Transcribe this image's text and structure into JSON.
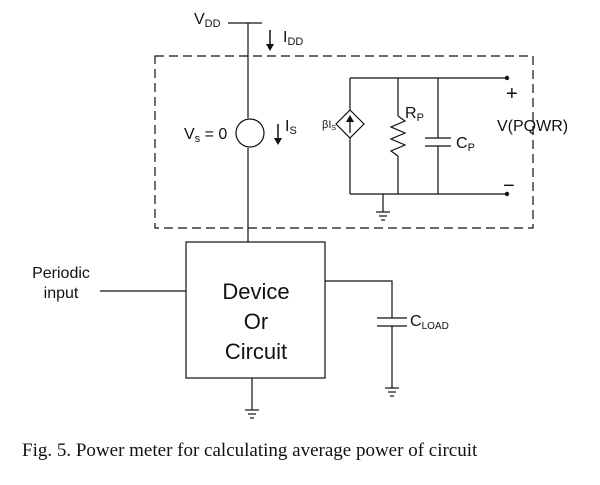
{
  "labels": {
    "vdd": "V",
    "vdd_sub": "DD",
    "idd": "I",
    "idd_sub": "DD",
    "vs": "V",
    "vs_sub": "s",
    "vs_eq": " = 0",
    "is": "I",
    "is_sub": "S",
    "beta_is": "βI",
    "beta_is_sub": "S",
    "rp": "R",
    "rp_sub": "P",
    "cp": "C",
    "cp_sub": "P",
    "plus": "+",
    "minus": "−",
    "vpqwr": "V(PQWR)",
    "periodic_line1": "Periodic",
    "periodic_line2": "input",
    "device_line1": "Device",
    "device_line2": "Or",
    "device_line3": "Circuit",
    "cload": "C",
    "cload_sub": "LOAD"
  },
  "caption": "Fig. 5. Power meter for calculating average power of circuit"
}
